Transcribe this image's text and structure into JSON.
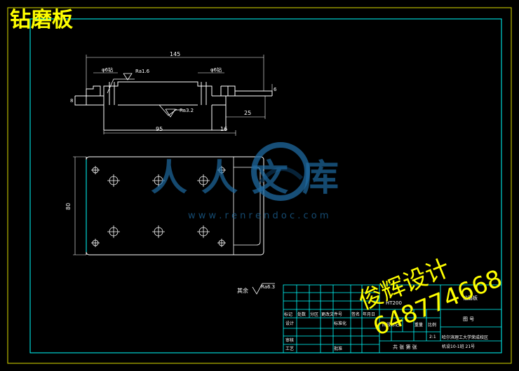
{
  "title": "钻磨板",
  "dimensions": {
    "overall_length": "145",
    "hole_left": "φ6钻",
    "hole_right": "φ6钻",
    "rough_top": "Ra1.6",
    "rough_bottom": "Ra3.2",
    "height_left": "8",
    "height_right": "6",
    "step_right": "25",
    "base_length": "95",
    "end_length": "16",
    "width": "80",
    "rough_rest": "Ra6.3",
    "rest_label": "其余"
  },
  "watermark": {
    "brand": "人人文库",
    "url": "w w w . r e n r e n d o c . c o m",
    "designer": "俊辉设计",
    "qq": "648774668"
  },
  "title_block": {
    "material": "HT200",
    "part_name": "钻磨板",
    "drawing_no_label": "图 号",
    "header_row": [
      "标记",
      "处数",
      "分区",
      "更改文件号",
      "签名",
      "年月日"
    ],
    "design": "设计",
    "standardization": "标准化",
    "mark_label": "阶段标记",
    "weight_label": "重量",
    "scale_label": "比例",
    "scale": "2:1",
    "check": "审核",
    "process": "工艺",
    "approve": "批准",
    "sheets": "共 张 第 张",
    "school": "哈尔滨理工大学荣成校区",
    "class": "机设10-1班 21号"
  }
}
